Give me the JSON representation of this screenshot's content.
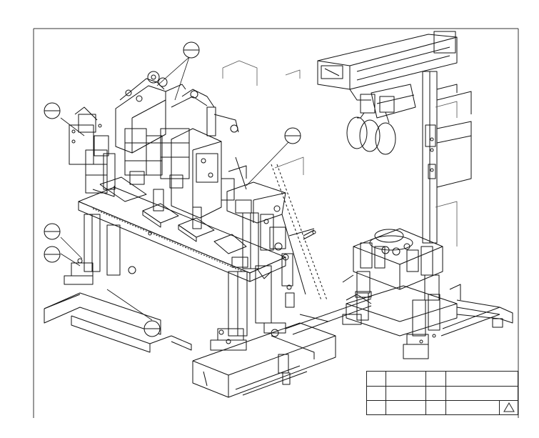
{
  "callouts": [
    {
      "id": "c1",
      "top": "",
      "bottom": ""
    },
    {
      "id": "c2",
      "top": "",
      "bottom": ""
    },
    {
      "id": "c3",
      "top": "",
      "bottom": ""
    },
    {
      "id": "c4",
      "top": "",
      "bottom": ""
    },
    {
      "id": "c5",
      "top": "",
      "bottom": ""
    },
    {
      "id": "c6",
      "top": "",
      "bottom": ""
    }
  ],
  "title_block": {
    "row1_left_label": "",
    "row1_left_value": "",
    "row1_right_label": "",
    "row1_right_value": "",
    "row2_left_label": "",
    "row2_left_value": "",
    "row2_right_value": "",
    "row3_left_label": "",
    "row3_left_value": "",
    "row3_right_label": "",
    "row3_right_value": ""
  },
  "side_text_top": "",
  "side_text_bottom": "",
  "footer_note": ""
}
